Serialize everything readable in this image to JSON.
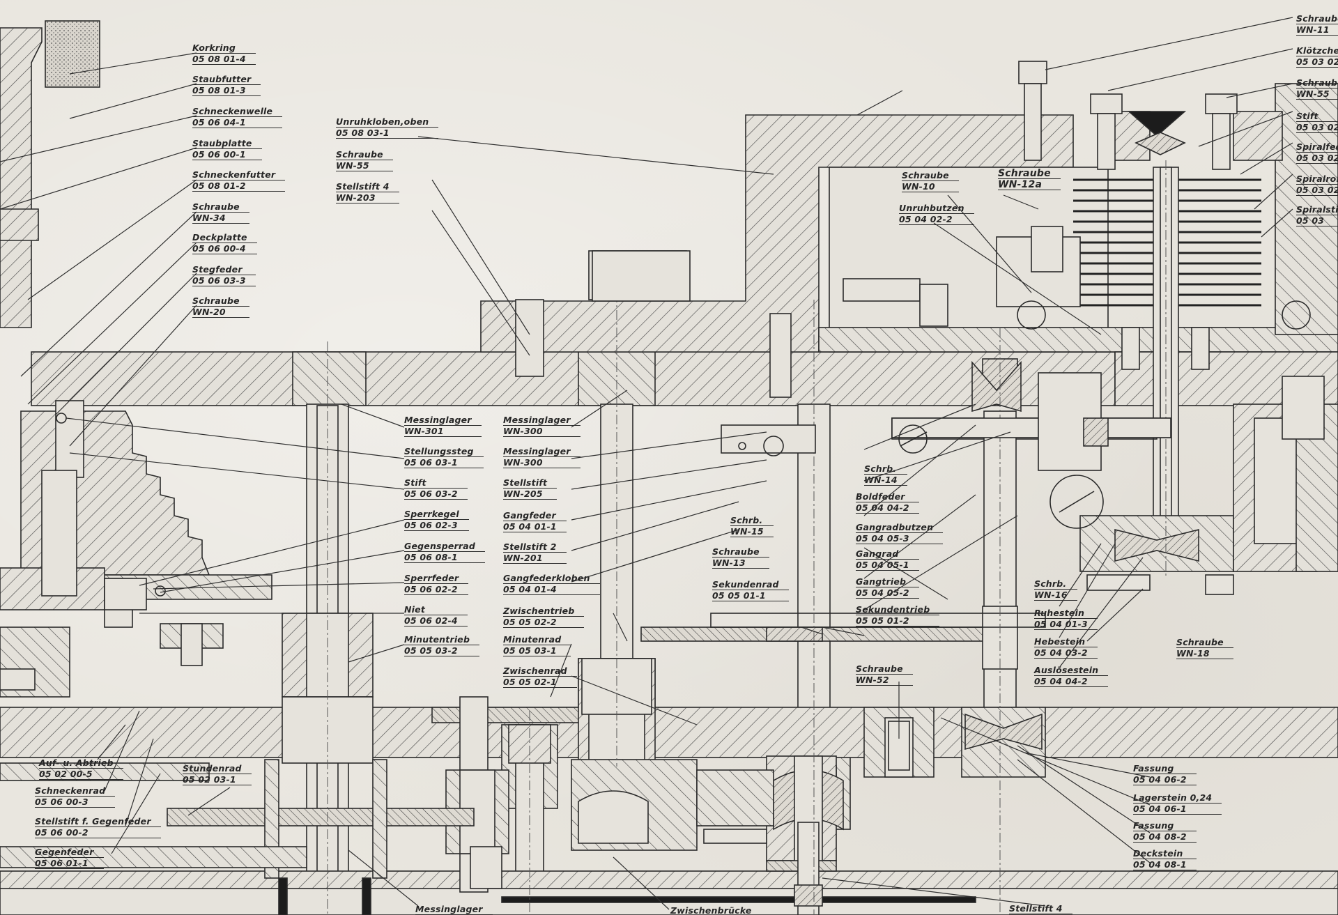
{
  "callouts": [
    {
      "id": "korkring",
      "name": "Korkring",
      "code": "05 08 01-4"
    },
    {
      "id": "staubfutter",
      "name": "Staubfutter",
      "code": "05 08 01-3"
    },
    {
      "id": "schneckenwelle",
      "name": "Schneckenwelle",
      "code": "05 06 04-1"
    },
    {
      "id": "staubplatte",
      "name": "Staubplatte",
      "code": "05 06 00-1"
    },
    {
      "id": "schneckenfutter",
      "name": "Schneckenfutter",
      "code": "05 08 01-2"
    },
    {
      "id": "schraube-wn34",
      "name": "Schraube",
      "code": "WN-34"
    },
    {
      "id": "deckplatte",
      "name": "Deckplatte",
      "code": "05 06 00-4"
    },
    {
      "id": "stegfeder",
      "name": "Stegfeder",
      "code": "05 06 03-3"
    },
    {
      "id": "schraube-wn20",
      "name": "Schraube",
      "code": "WN-20"
    },
    {
      "id": "unruhkloben-oben",
      "name": "Unruhkloben,oben",
      "code": "05 08 03-1"
    },
    {
      "id": "schraube-wn55-a",
      "name": "Schraube",
      "code": "WN-55"
    },
    {
      "id": "stellstift4-wn203",
      "name": "Stellstift 4",
      "code": "WN-203"
    },
    {
      "id": "messinglager-wn301",
      "name": "Messinglager",
      "code": "WN-301"
    },
    {
      "id": "stellungssteg",
      "name": "Stellungssteg",
      "code": "05 06 03-1"
    },
    {
      "id": "stift-050603-2",
      "name": "Stift",
      "code": "05 06 03-2"
    },
    {
      "id": "sperrkegel",
      "name": "Sperrkegel",
      "code": "05 06 02-3"
    },
    {
      "id": "gegensperrad",
      "name": "Gegensperrad",
      "code": "05 06 08-1"
    },
    {
      "id": "sperrfeder",
      "name": "Sperrfeder",
      "code": "05 06 02-2"
    },
    {
      "id": "niet",
      "name": "Niet",
      "code": "05 06 02-4"
    },
    {
      "id": "minutentrieb",
      "name": "Minutentrieb",
      "code": "05 05 03-2"
    },
    {
      "id": "messinglager-wn300-a",
      "name": "Messinglager",
      "code": "WN-300"
    },
    {
      "id": "messinglager-wn300-b",
      "name": "Messinglager",
      "code": "WN-300"
    },
    {
      "id": "stellstift-wn205",
      "name": "Stellstift",
      "code": "WN-205"
    },
    {
      "id": "gangfeder",
      "name": "Gangfeder",
      "code": "05 04 01-1"
    },
    {
      "id": "stellstift2-wn201",
      "name": "Stellstift 2",
      "code": "WN-201"
    },
    {
      "id": "gangfederkloben",
      "name": "Gangfederkloben",
      "code": "05 04 01-4"
    },
    {
      "id": "zwischentrieb",
      "name": "Zwischentrieb",
      "code": "05 05 02-2"
    },
    {
      "id": "minutenrad",
      "name": "Minutenrad",
      "code": "05 05 03-1"
    },
    {
      "id": "zwischenrad",
      "name": "Zwischenrad",
      "code": "05 05 02-1"
    },
    {
      "id": "schrb-wn15",
      "name": "Schrb.",
      "code": "WN-15"
    },
    {
      "id": "schraube-wn13",
      "name": "Schraube",
      "code": "WN-13"
    },
    {
      "id": "sekundenrad",
      "name": "Sekundenrad",
      "code": "05 05 01-1"
    },
    {
      "id": "schraube-wn10",
      "name": "Schraube",
      "code": "WN-10"
    },
    {
      "id": "schraube-wn12a",
      "name": "Schraube",
      "code": "WN-12a"
    },
    {
      "id": "unruhbutzen",
      "name": "Unruhbutzen",
      "code": "05 04 02-2"
    },
    {
      "id": "schrb-wn14",
      "name": "Schrb.",
      "code": "WN-14"
    },
    {
      "id": "bolzfeder",
      "name": "Boldfeder",
      "code": "05 04 04-2"
    },
    {
      "id": "gangradbutzen",
      "name": "Gangradbutzen",
      "code": "05 04 05-3"
    },
    {
      "id": "gangrad",
      "name": "Gangrad",
      "code": "05 04 05-1"
    },
    {
      "id": "gangtrieb",
      "name": "Gangtrieb",
      "code": "05 04 05-2"
    },
    {
      "id": "sekundentrieb",
      "name": "Sekundentrieb",
      "code": "05 05 01-2"
    },
    {
      "id": "schraube-wn52",
      "name": "Schraube",
      "code": "WN-52"
    },
    {
      "id": "schrb-wn16",
      "name": "Schrb.",
      "code": "WN-16"
    },
    {
      "id": "ruhestein",
      "name": "Ruhestein",
      "code": "05 04 01-3"
    },
    {
      "id": "hebestein",
      "name": "Hebestein",
      "code": "05 04 03-2"
    },
    {
      "id": "auslosestein",
      "name": "Auslösestein",
      "code": "05 04 04-2"
    },
    {
      "id": "schraube-wn18",
      "name": "Schraube",
      "code": "WN-18"
    },
    {
      "id": "fassung-050406-2",
      "name": "Fassung",
      "code": "05 04 06-2"
    },
    {
      "id": "lagerstein",
      "name": "Lagerstein 0,24",
      "code": "05 04 06-1"
    },
    {
      "id": "fassung-050408-2",
      "name": "Fassung",
      "code": "05 04 08-2"
    },
    {
      "id": "deckstein",
      "name": "Deckstein",
      "code": "05 04 08-1"
    },
    {
      "id": "auf-abtrieb",
      "name": "Auf- u. Abtrieb",
      "code": "05 02 00-5"
    },
    {
      "id": "schneckenrad",
      "name": "Schneckenrad",
      "code": "05 06 00-3"
    },
    {
      "id": "stellstift-gegenfeder",
      "name": "Stellstift f. Gegenfeder",
      "code": "05 06 00-2"
    },
    {
      "id": "gegenfeder",
      "name": "Gegenfeder",
      "code": "05 06 01-1"
    },
    {
      "id": "stundenrad",
      "name": "Stundenrad",
      "code": "05 02 03-1"
    },
    {
      "id": "messinglager-bottom",
      "name": "Messinglager",
      "code": ""
    },
    {
      "id": "zwischenbrucke",
      "name": "Zwischenbrücke",
      "code": ""
    },
    {
      "id": "stellstift4-bottom",
      "name": "Stellstift 4",
      "code": ""
    },
    {
      "id": "schraube-wn11",
      "name": "Schraube",
      "code": "WN-11"
    },
    {
      "id": "klotzchen",
      "name": "Klötzchen",
      "code": "05 03 02"
    },
    {
      "id": "schraube-wn55-b",
      "name": "Schraube",
      "code": "WN-55"
    },
    {
      "id": "stift-0503",
      "name": "Stift",
      "code": "05 03 02"
    },
    {
      "id": "spiralfeder",
      "name": "Spiralfeder",
      "code": "05 03 02"
    },
    {
      "id": "spiralrolle",
      "name": "Spiralrolle",
      "code": "05 03 02"
    },
    {
      "id": "spiralstift",
      "name": "Spiralstift",
      "code": "05 03"
    }
  ],
  "colors": {
    "paper": "#e9e6df",
    "ink": "#2a2a2a",
    "hatch": "#4a4a4a",
    "dark_fill": "#1c1c1c"
  }
}
